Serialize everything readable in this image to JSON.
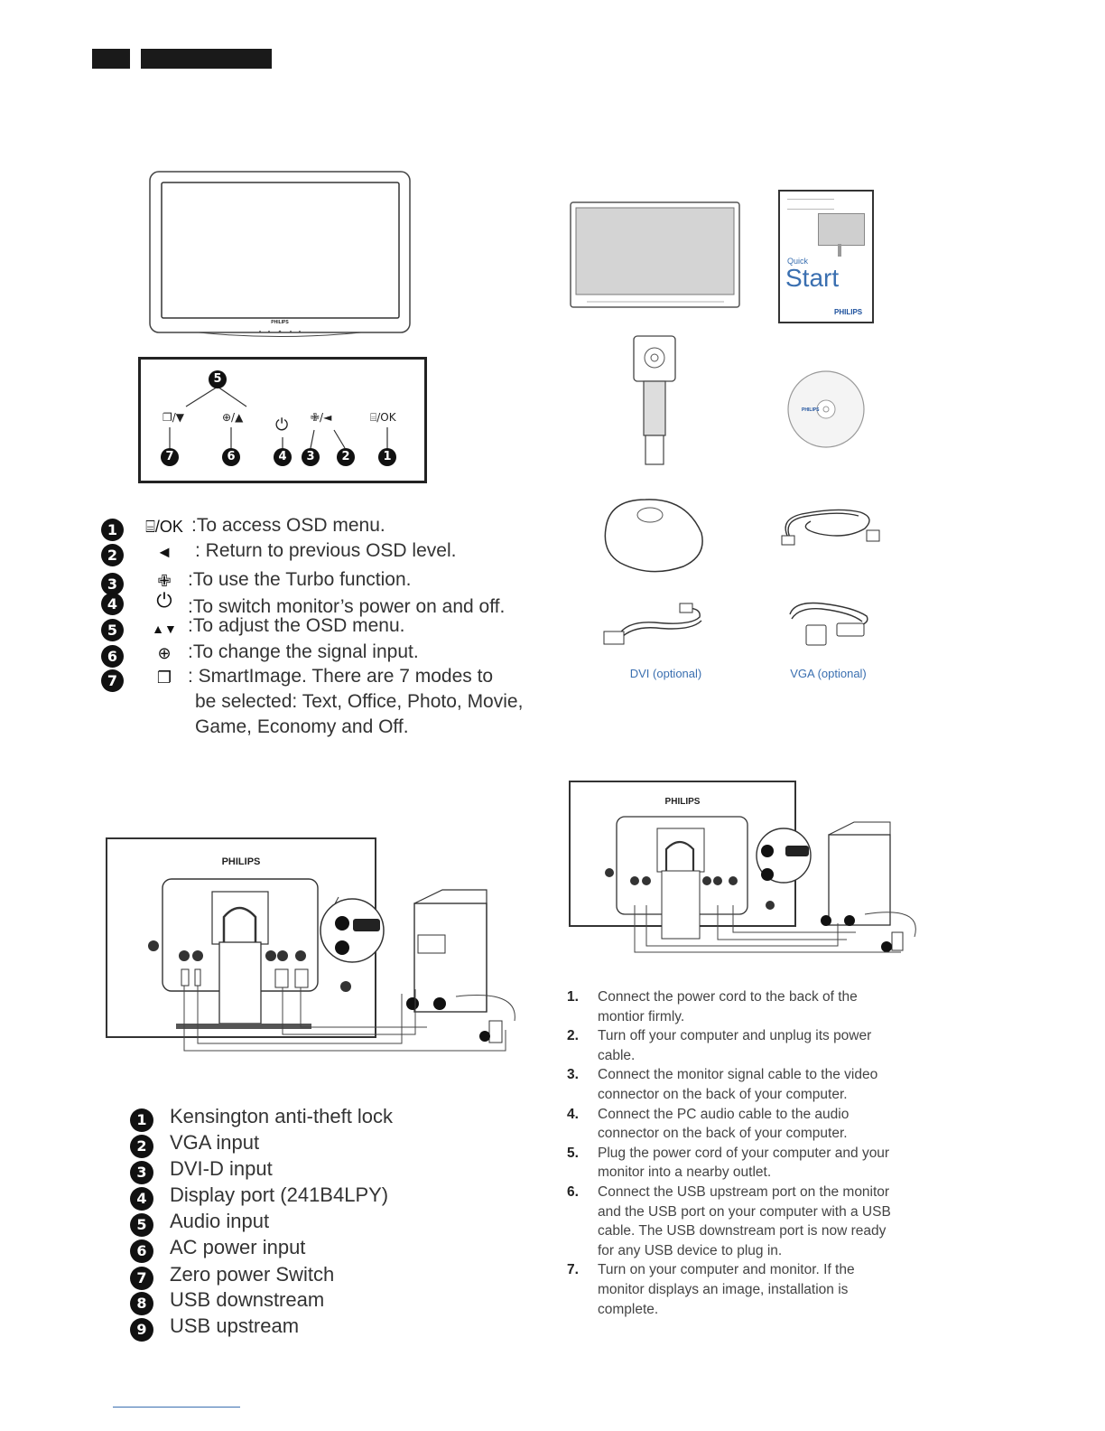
{
  "front_panel": {
    "brand": "PHILIPS",
    "labels": {
      "smartimage_down": "❐/▼",
      "input_up": "⊕/▲",
      "power": "⏻",
      "turbo_left": "✙/◄",
      "menu_ok": "⌸/OK"
    },
    "callouts": [
      "5",
      "7",
      "6",
      "4",
      "3",
      "2",
      "1"
    ]
  },
  "button_legend": [
    {
      "num": "1",
      "symbol": "⌸/OK",
      "text": ":To access OSD menu."
    },
    {
      "num": "2",
      "symbol": "◄",
      "text": ": Return to previous OSD level."
    },
    {
      "num": "3",
      "symbol": "✙",
      "text": ":To use the Turbo function."
    },
    {
      "num": "4",
      "symbol": "⏻",
      "text": ":To switch monitor’s power on and off."
    },
    {
      "num": "5",
      "symbol": "▲▼",
      "text": ":To adjust the OSD menu."
    },
    {
      "num": "6",
      "symbol": "⊕",
      "text": ":To change the signal input."
    },
    {
      "num": "7",
      "symbol": "❐",
      "text": ": SmartImage. There are 7 modes to"
    }
  ],
  "button_legend_cont": [
    "be selected: Text, Office, Photo, Movie,",
    "Game, Economy and Off."
  ],
  "package": {
    "quick_start": {
      "small": "Quick",
      "big": "Start",
      "brand": "PHILIPS"
    },
    "cd_brand": "PHILIPS",
    "dvi_caption": "DVI (optional)",
    "vga_caption": "VGA (optional)"
  },
  "rear_brand": "PHILIPS",
  "rear_brand_right": "PHILIPS",
  "connectors": [
    {
      "num": "1",
      "label": "Kensington anti-theft lock"
    },
    {
      "num": "2",
      "label": "VGA input"
    },
    {
      "num": "3",
      "label": "DVI-D input"
    },
    {
      "num": "4",
      "label": "Display port (241B4LPY)"
    },
    {
      "num": "5",
      "label": "Audio input"
    },
    {
      "num": "6",
      "label": "AC power input"
    },
    {
      "num": "7",
      "label": "Zero power Switch"
    },
    {
      "num": "8",
      "label": "USB downstream"
    },
    {
      "num": "9",
      "label": "USB upstream"
    }
  ],
  "steps": [
    {
      "num": "1.",
      "text": "Connect the power cord to the back of the montior firmly."
    },
    {
      "num": "2.",
      "text": "Turn off your computer and unplug its power cable."
    },
    {
      "num": "3.",
      "text": "Connect the monitor signal cable to the video connector on the back of your computer."
    },
    {
      "num": "4.",
      "text": "Connect the PC audio cable to the audio connector on the back of your computer."
    },
    {
      "num": "5.",
      "text": "Plug the power cord of your computer and your monitor into a nearby outlet."
    },
    {
      "num": "6.",
      "text": "Connect the USB upstream port on the monitor and the USB port on your computer with a USB cable. The USB downstream port is now ready for any USB device to plug in."
    },
    {
      "num": "7.",
      "text": "Turn on your computer and monitor. If the monitor displays an image, installation is complete."
    }
  ]
}
